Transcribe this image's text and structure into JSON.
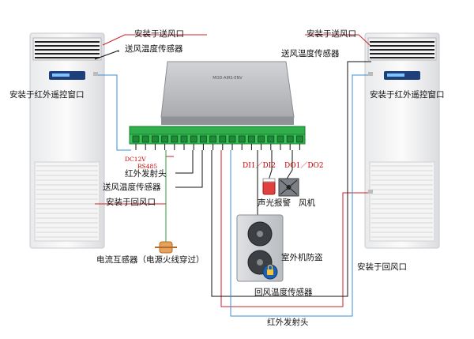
{
  "labels": {
    "supply_outlet_left": "安装于送风口",
    "supply_sensor_left": "送风温度传感器",
    "ir_window_left": "安装于红外遥控窗口",
    "supply_outlet_right": "安装于送风口",
    "supply_sensor_right": "送风温度传感器",
    "ir_window_right": "安装于红外遥控窗口",
    "dc12v": "DC12V",
    "rs485": "RS485",
    "ir_emitter_mid": "红外发射头",
    "supply_sensor_mid": "送风温度传感器",
    "return_outlet_left": "安装于回风口",
    "di": "DI1／DI2",
    "do": "DO1／DO2",
    "alarm": "声光报警",
    "fan": "风机",
    "current_transformer": "电流互感器（电源火线穿过）",
    "outdoor_antitheft": "室外机防盗",
    "return_outlet_right": "安装于回风口",
    "return_sensor": "回风温度传感器",
    "ir_emitter_bottom": "红外发射头"
  },
  "device": {
    "label_text": "MOD-AIRS-ENV"
  },
  "colors": {
    "line_red": "#cc1f2a",
    "line_blue": "#3a8fd6",
    "line_black": "#111111",
    "line_green": "#2e9e3e",
    "terminal_green": "#2fae4b"
  }
}
